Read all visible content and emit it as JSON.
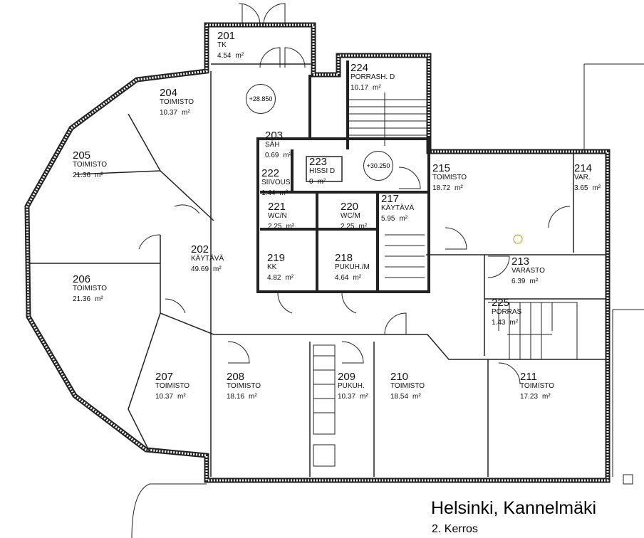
{
  "title": "Helsinki, Kannelmäki",
  "subtitle": "2. Kerros",
  "unit": "m²",
  "levels": [
    "+28.850",
    "+30.250"
  ],
  "rooms": [
    {
      "number": "201",
      "name": "TK",
      "area": "4.54"
    },
    {
      "number": "224",
      "name": "PORRASH. D",
      "area": "10.17"
    },
    {
      "number": "204",
      "name": "TOIMISTO",
      "area": "10.37"
    },
    {
      "number": "203",
      "name": "SÄH",
      "area": "0.69"
    },
    {
      "number": "223",
      "name": "HISSI D",
      "area": "0"
    },
    {
      "number": "222",
      "name": "SIIVOUS",
      "area": "1.44"
    },
    {
      "number": "205",
      "name": "TOIMISTO",
      "area": "21.36"
    },
    {
      "number": "215",
      "name": "TOIMISTO",
      "area": "18.72"
    },
    {
      "number": "214",
      "name": "VAR.",
      "area": "3.65"
    },
    {
      "number": "221",
      "name": "WC/N",
      "area": "2.25"
    },
    {
      "number": "220",
      "name": "WC/M",
      "area": "2.25"
    },
    {
      "number": "217",
      "name": "KÄYTÄVÄ",
      "area": "5.95"
    },
    {
      "number": "202",
      "name": "KÄYTÄVÄ",
      "area": "49.69"
    },
    {
      "number": "219",
      "name": "KK",
      "area": "4.82"
    },
    {
      "number": "218",
      "name": "PUKUH./M",
      "area": "4.64"
    },
    {
      "number": "213",
      "name": "VARASTO",
      "area": "6.39"
    },
    {
      "number": "206",
      "name": "TOIMISTO",
      "area": "21.36"
    },
    {
      "number": "225",
      "name": "PORRAS",
      "area": "1.43"
    },
    {
      "number": "207",
      "name": "TOIMISTO",
      "area": "10.37"
    },
    {
      "number": "208",
      "name": "TOIMISTO",
      "area": "18.16"
    },
    {
      "number": "209",
      "name": "PUKUH.",
      "area": "10.37"
    },
    {
      "number": "210",
      "name": "TOIMISTO",
      "area": "18.54"
    },
    {
      "number": "211",
      "name": "TOIMISTO",
      "area": "17.23"
    }
  ]
}
